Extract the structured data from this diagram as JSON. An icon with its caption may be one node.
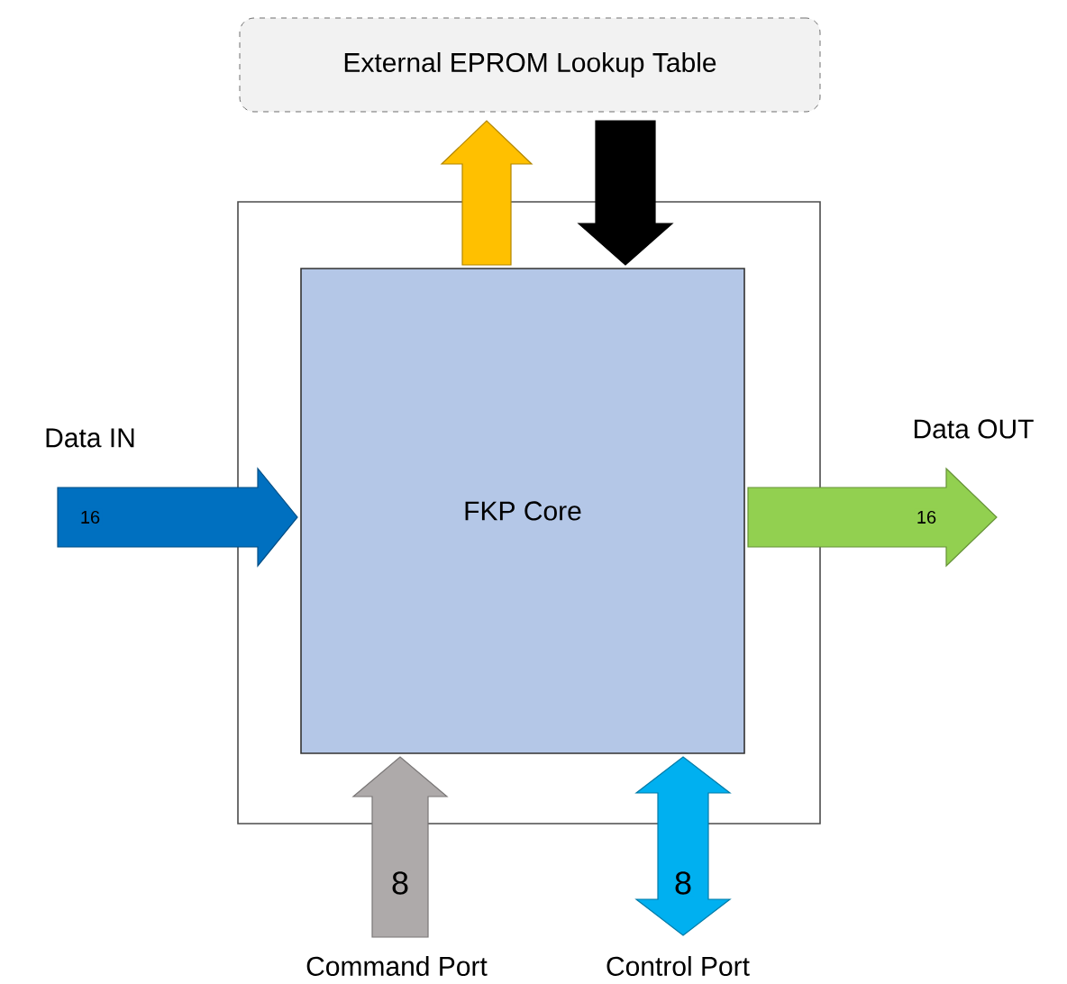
{
  "diagram": {
    "nodes": [
      {
        "text": [
          "External EPROM Lookup Table"
        ]
      },
      {
        "text": [],
        "shape": "box"
      },
      {
        "text": [
          "FKP Core"
        ],
        "in": 1
      },
      {
        "text": [
          "Data IN"
        ]
      },
      {
        "text": [
          "Data OUT"
        ]
      },
      {
        "text": [
          "Command Port"
        ]
      },
      {
        "text": [
          "Control Port"
        ]
      }
    ],
    "edges": [
      {
        "from": 2,
        "to": 0,
        "arrow": "to",
        "color": "#ffc000"
      },
      {
        "from": 0,
        "to": 2,
        "arrow": "to",
        "color": "#000000"
      },
      {
        "from": 3,
        "to": 2,
        "arrow": "to",
        "label": "16",
        "color": "#0070c0"
      },
      {
        "from": 2,
        "to": 4,
        "arrow": "to",
        "label": "16",
        "color": "#92d050"
      },
      {
        "from": 5,
        "to": 2,
        "arrow": "to",
        "label": "8",
        "color": "#aeaaaa"
      },
      {
        "from": 6,
        "to": 2,
        "arrow": "both",
        "label": "8",
        "color": "#00b0f0"
      }
    ]
  }
}
